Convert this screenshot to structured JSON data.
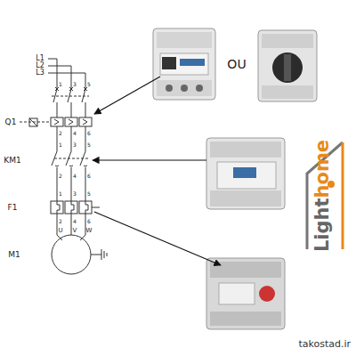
{
  "diagram": {
    "labels": [
      "L1",
      "L2",
      "L3",
      "1",
      "3",
      "5",
      "Q1",
      "2",
      "4",
      "6",
      "KM1",
      "1",
      "3",
      "5",
      "2",
      "4",
      "6",
      "F1",
      "1",
      "3",
      "5",
      "2",
      "4",
      "6",
      "U",
      "V",
      "W",
      "M1",
      "OU",
      "Light",
      "home",
      "takostad.ir"
    ]
  }
}
